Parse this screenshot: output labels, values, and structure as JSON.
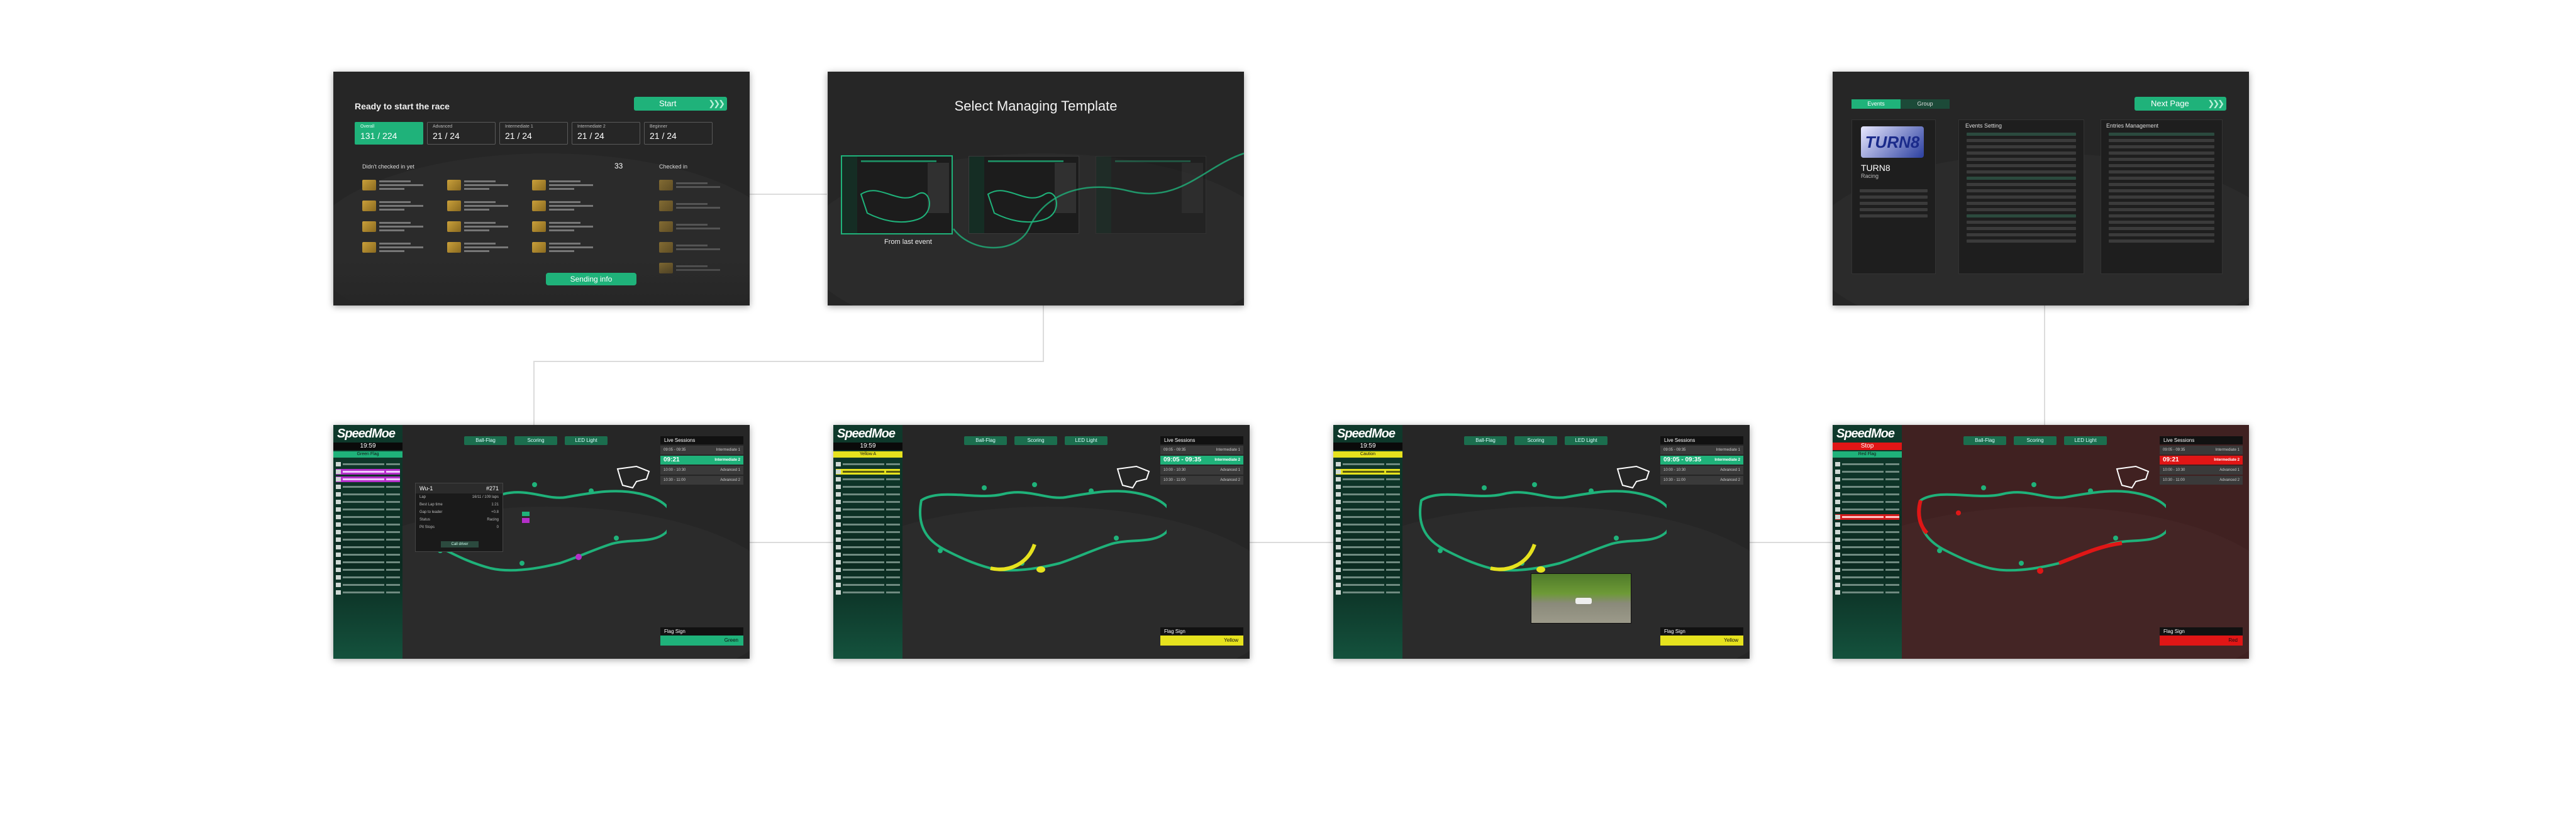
{
  "checkin": {
    "title": "Ready to start the race",
    "start_label": "Start",
    "stats": [
      {
        "label": "Overall",
        "value": "131 / 224"
      },
      {
        "label": "Advanced",
        "value": "21 / 24"
      },
      {
        "label": "Intermediate 1",
        "value": "21 / 24"
      },
      {
        "label": "Intermediate 2",
        "value": "21 / 24"
      },
      {
        "label": "Beginner",
        "value": "21 / 24"
      }
    ],
    "not_checked_label": "Didn't checked in yet",
    "not_checked_count": "33",
    "checked_label": "Checked in",
    "sending_label": "Sending info"
  },
  "template_select": {
    "title": "Select Managing Template",
    "from_last_label": "From last event"
  },
  "event_setup": {
    "tabs": [
      "Events",
      "Group"
    ],
    "next_label": "Next Page",
    "organizer_logo": "TURN8",
    "organizer_name": "TURN8",
    "organizer_sub": "Racing",
    "col2_title": "Events Setting",
    "col3_title": "Entries Management"
  },
  "monitors": [
    {
      "brand": "SpeedMoe",
      "clock": "19:59",
      "status": "Green Flag",
      "status_color": "#1fb27a",
      "buttons": [
        "Ball-Flag",
        "Scoring",
        "LED Light"
      ],
      "sessions_title": "Live Sessions",
      "sessions": [
        {
          "time": "09:05 - 09:35",
          "name": "Intermediate 1",
          "state": "done"
        },
        {
          "time": "09:21",
          "name": "Intermediate 2",
          "state": "active"
        },
        {
          "time": "10:00 - 10:30",
          "name": "Advanced 1",
          "state": "next"
        },
        {
          "time": "10:30 - 11:00",
          "name": "Advanced 2",
          "state": "next"
        }
      ],
      "flag_title": "Flag Sign",
      "flag_value": "Green",
      "flag_color": "#1fb27a",
      "popup": {
        "car": "Wu-1",
        "number": "#271",
        "rows": [
          [
            "Lap",
            "16/11 / 109 laps"
          ],
          [
            "Best Lap time",
            "1:21"
          ],
          [
            "Gap to leader",
            "+0.8"
          ],
          [
            "Status",
            "Racing"
          ],
          [
            "Pit Stops",
            "0"
          ]
        ],
        "action": "Call driver"
      }
    },
    {
      "brand": "SpeedMoe",
      "clock": "19:59",
      "status": "Yellow A",
      "status_color": "#e6e21e",
      "buttons": [
        "Ball-Flag",
        "Scoring",
        "LED Light"
      ],
      "sessions_title": "Live Sessions",
      "sessions": [
        {
          "time": "09:05 - 09:35",
          "name": "Intermediate 1",
          "state": "done"
        },
        {
          "time": "09:05 - 09:35",
          "name": "Intermediate 2",
          "state": "active"
        },
        {
          "time": "10:00 - 10:30",
          "name": "Advanced 1",
          "state": "next"
        },
        {
          "time": "10:30 - 11:00",
          "name": "Advanced 2",
          "state": "next"
        }
      ],
      "flag_title": "Flag Sign",
      "flag_value": "Yellow",
      "flag_color": "#e6e21e"
    },
    {
      "brand": "SpeedMoe",
      "clock": "19:59",
      "status": "Caution",
      "status_color": "#e6e21e",
      "buttons": [
        "Ball-Flag",
        "Scoring",
        "LED Light"
      ],
      "sessions_title": "Live Sessions",
      "sessions": [
        {
          "time": "09:05 - 09:35",
          "name": "Intermediate 1",
          "state": "done"
        },
        {
          "time": "09:05 - 09:35",
          "name": "Intermediate 2",
          "state": "active"
        },
        {
          "time": "10:00 - 10:30",
          "name": "Advanced 1",
          "state": "next"
        },
        {
          "time": "10:30 - 11:00",
          "name": "Advanced 2",
          "state": "next"
        }
      ],
      "flag_title": "Flag Sign",
      "flag_value": "Yellow",
      "flag_color": "#e6e21e"
    },
    {
      "brand": "SpeedMoe",
      "clock": "Stop",
      "status": "Red Flag",
      "status_color": "#1fb27a",
      "buttons": [
        "Ball-Flag",
        "Scoring",
        "LED Light"
      ],
      "sessions_title": "Live Sessions",
      "sessions": [
        {
          "time": "09:05 - 09:35",
          "name": "Intermediate 1",
          "state": "done"
        },
        {
          "time": "09:21",
          "name": "Intermediate 2",
          "state": "red"
        },
        {
          "time": "10:00 - 10:30",
          "name": "Advanced 1",
          "state": "next"
        },
        {
          "time": "10:30 - 11:00",
          "name": "Advanced 2",
          "state": "next"
        }
      ],
      "flag_title": "Flag Sign",
      "flag_value": "Red",
      "flag_color": "#e01616"
    }
  ],
  "colors": {
    "accent": "#1fb27a",
    "panel_bg": "#262626",
    "yellow": "#e6e21e",
    "red": "#e01616",
    "purple": "#b52fc9"
  }
}
